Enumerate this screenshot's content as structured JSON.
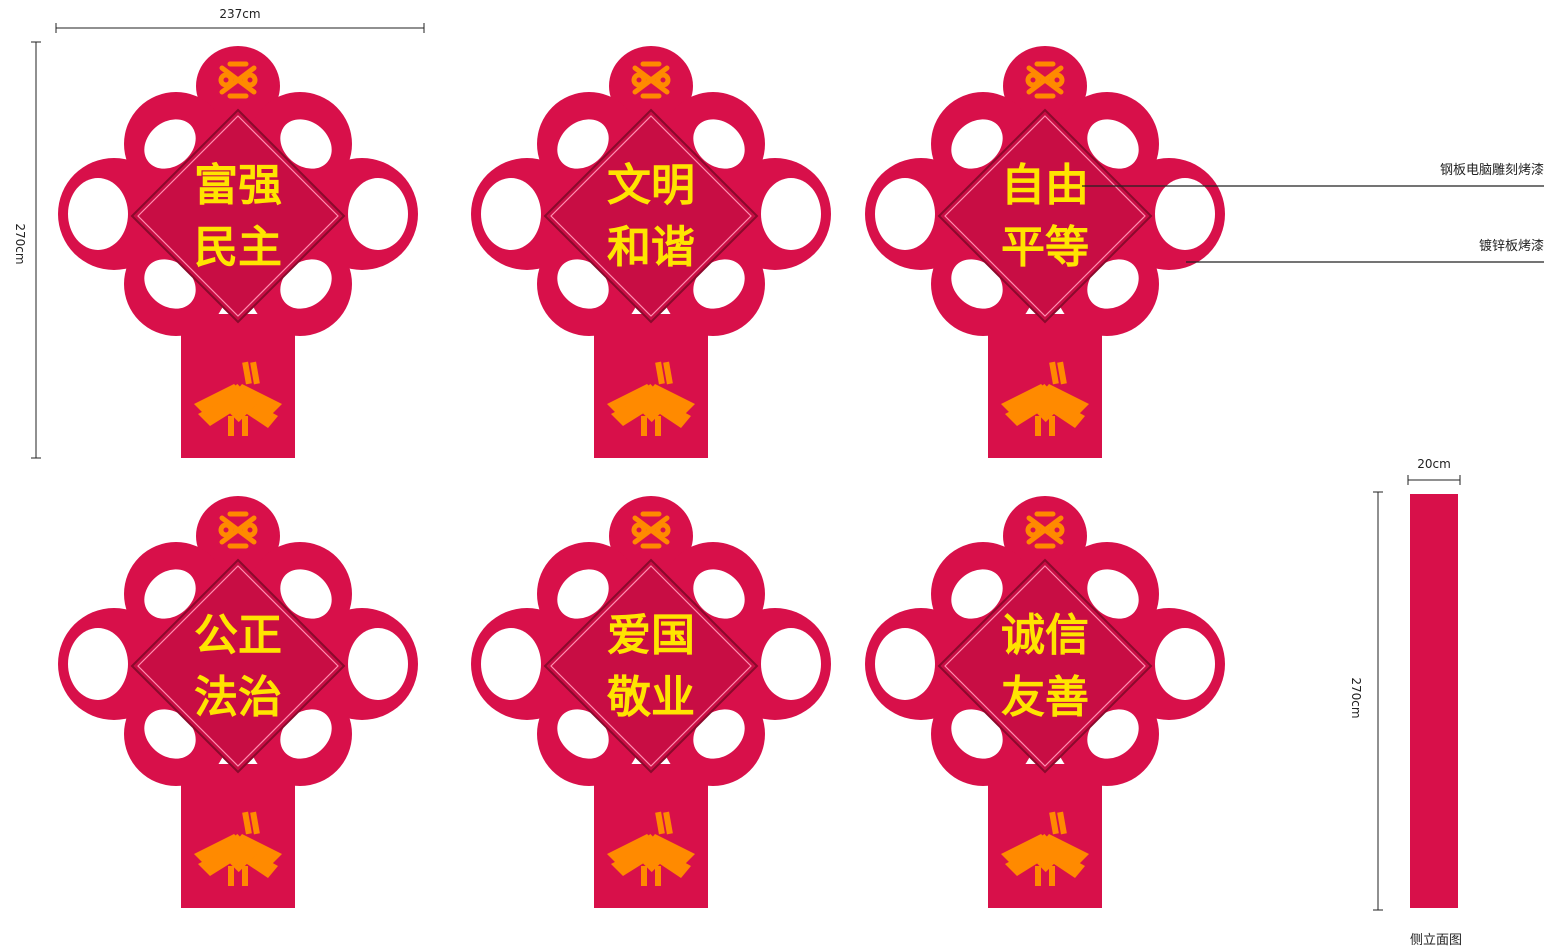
{
  "dimensions": {
    "width_label": "237cm",
    "height_label": "270cm",
    "side_width_label": "20cm",
    "side_height_label": "270cm"
  },
  "annotations": {
    "top": "钢板电脑雕刻烤漆",
    "bottom": "镀锌板烤漆"
  },
  "side_view_caption": "侧立面图",
  "colors": {
    "panel_red": "#d8104a",
    "text_yellow": "#ffe400",
    "emblem_orange": "#ff8a00",
    "line_black": "#222222"
  },
  "signs": [
    {
      "line1": "富强",
      "line2": "民主"
    },
    {
      "line1": "文明",
      "line2": "和谐"
    },
    {
      "line1": "自由",
      "line2": "平等"
    },
    {
      "line1": "公正",
      "line2": "法治"
    },
    {
      "line1": "爱国",
      "line2": "敬业"
    },
    {
      "line1": "诚信",
      "line2": "友善"
    }
  ]
}
